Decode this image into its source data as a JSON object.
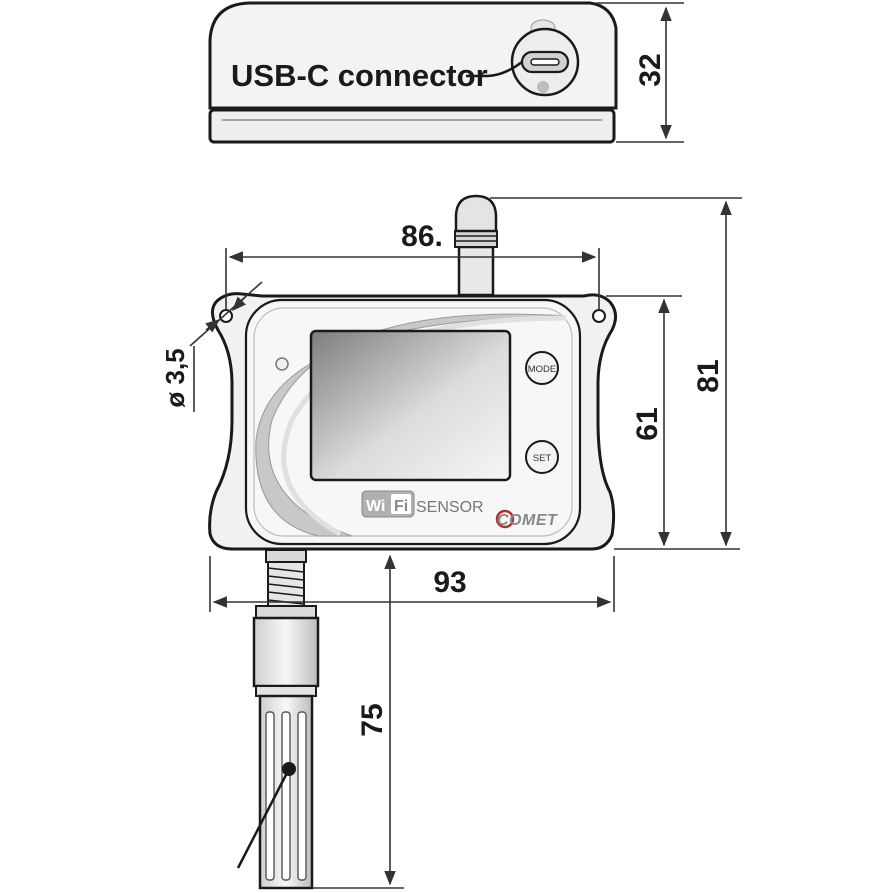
{
  "top_view": {
    "callout_label": "USB-C connector"
  },
  "dimensions": {
    "height_side": "32",
    "antenna_width": "86.",
    "mount_hole": "ø 3,5",
    "body_height": "61",
    "total_height": "81",
    "body_width": "93",
    "probe_length": "75"
  },
  "front_panel": {
    "button_mode": "MODE",
    "button_set": "SET",
    "logo_wifi_left": "Wi",
    "logo_wifi_right": "Fi",
    "logo_sensor": "SENSOR",
    "brand": "COMET"
  },
  "colors": {
    "outline": "#1a1a1a",
    "body_fill": "#f2f2f2",
    "swoosh": "#c8c8c8",
    "display_dark": "#8a8a8a",
    "display_light": "#f4f4f4"
  }
}
